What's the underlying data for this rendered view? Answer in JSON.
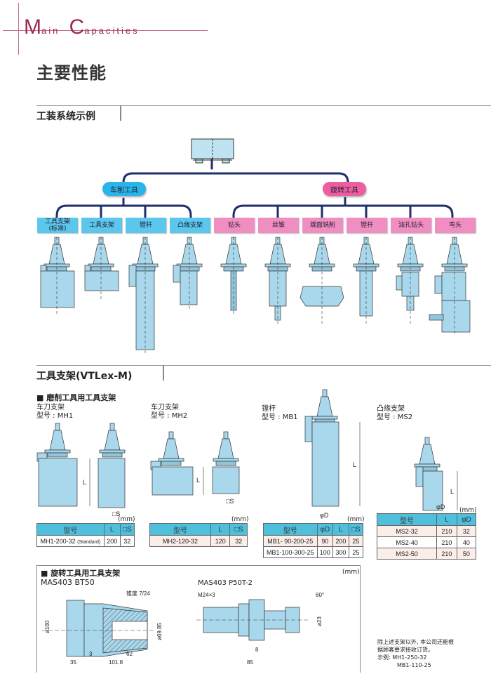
{
  "header": {
    "title_en_initial1": "M",
    "title_en_rest1": "ain",
    "title_en_initial2": "C",
    "title_en_rest2": "apacities",
    "title_cn": "主要性能",
    "accent_color": "#9b2a55"
  },
  "section1": {
    "title": "工装系统示例",
    "groups": [
      {
        "label": "车削工具",
        "color": "#29b5ea",
        "items": [
          "工具支架\n(标准)",
          "工具支架",
          "镗杆",
          "凸缘支架"
        ]
      },
      {
        "label": "旋转工具",
        "color": "#ec5e9f",
        "items": [
          "钻头",
          "丝锥",
          "端面铣削",
          "镗杆",
          "油孔钻头",
          "弯头"
        ]
      }
    ]
  },
  "section2": {
    "title": "工具支架(VTLex-M)",
    "subhead": "磨削工具用工具支架",
    "holders": [
      {
        "name": "车刀支架",
        "model": "型号 : MH1",
        "unit": "(mm)",
        "headers": [
          "型号",
          "L",
          "□S"
        ],
        "rows": [
          [
            "MH1-200-32",
            "(Standard)",
            "200",
            "32"
          ]
        ],
        "dim_labels": [
          "L",
          "□S"
        ]
      },
      {
        "name": "车刀支架",
        "model": "型号 : MH2",
        "unit": "(mm)",
        "headers": [
          "型号",
          "L",
          "□S"
        ],
        "rows": [
          [
            "MH2-120-32",
            "120",
            "32"
          ]
        ],
        "dim_labels": [
          "L",
          "□S"
        ]
      },
      {
        "name": "镗杆",
        "model": "型号 : MB1",
        "unit": "(mm)",
        "headers": [
          "型号",
          "φD",
          "L",
          "□S"
        ],
        "rows": [
          [
            "MB1- 90-200-25",
            "90",
            "200",
            "25"
          ],
          [
            "MB1-100-300-25",
            "100",
            "300",
            "25"
          ]
        ],
        "dim_labels": [
          "L",
          "φD"
        ]
      },
      {
        "name": "凸缘支架",
        "model": "型号 : MS2",
        "unit": "(mm)",
        "headers": [
          "型号",
          "L",
          "φD"
        ],
        "rows": [
          [
            "MS2-32",
            "210",
            "32"
          ],
          [
            "MS2-40",
            "210",
            "40"
          ],
          [
            "MS2-50",
            "210",
            "50"
          ]
        ],
        "dim_labels": [
          "L",
          "φD"
        ]
      }
    ]
  },
  "section3": {
    "subhead": "旋转工具用工具支架",
    "unit": "(mm)",
    "left": {
      "title": "MAS403 BT50",
      "taper_label": "锥度 7/24",
      "dims": {
        "d100": "ø100",
        "d69": "ø69.85",
        "d3": "3",
        "d62": "62",
        "d35": "35",
        "d101": "101.8"
      }
    },
    "right": {
      "title": "MAS403 P50T-2",
      "thread_label": "M24×3",
      "dims": {
        "angle": "60°",
        "d23": "ø23",
        "d8": "8",
        "d85": "85"
      }
    },
    "note": {
      "line1": "除上述支架以外, 本公司还能根",
      "line2": "据顾客要求接收订货。",
      "line3": "示例:  MH1-250-32",
      "line4": "MB1-110-25"
    }
  }
}
